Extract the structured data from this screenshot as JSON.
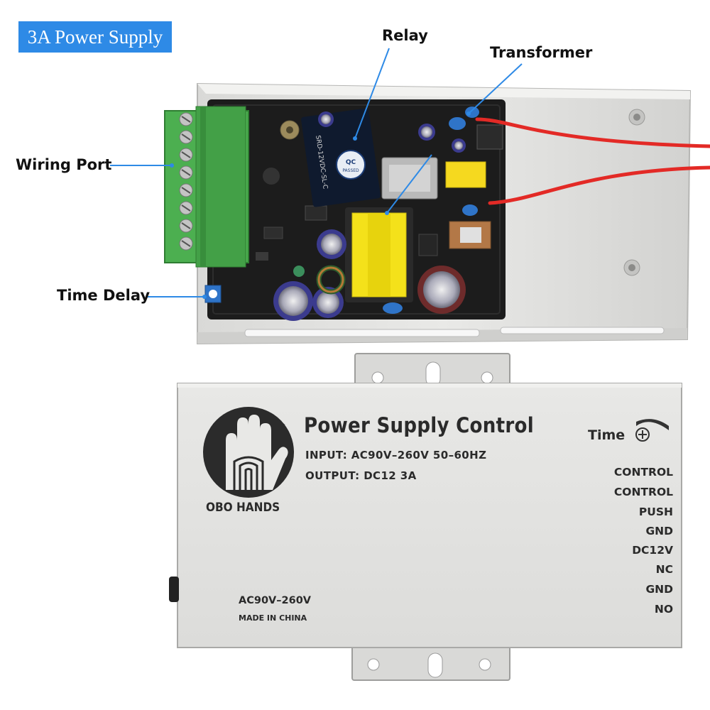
{
  "badge": {
    "label": "3A Power Supply"
  },
  "callouts": {
    "relay": "Relay",
    "transformer": "Transformer",
    "wiring_port": "Wiring Port",
    "time_delay": "Time Delay"
  },
  "relay_markings": {
    "badge": "QC PASSED",
    "model": "SRD-12VDC-SL-C"
  },
  "front_panel": {
    "brand": "OBO HANDS",
    "title": "Power Supply Control",
    "input_label": "INPUT:",
    "input_value": "AC90V–260V 50–60HZ",
    "output_label": "OUTPUT:",
    "output_value": "DC12 3A",
    "time_label": "Time",
    "voltage_label": "AC90V–260V",
    "origin": "MADE IN CHINA",
    "terminals": [
      "CONTROL",
      "CONTROL",
      "PUSH",
      "GND",
      "DC12V",
      "NC",
      "GND",
      "NO"
    ]
  },
  "colors": {
    "badge_bg": "#2e8ae6",
    "callout_line": "#2e8ae6",
    "pcb": "#1c1c1c",
    "terminal_block": "#4caf50",
    "enclosure": "#e4e4e2"
  }
}
